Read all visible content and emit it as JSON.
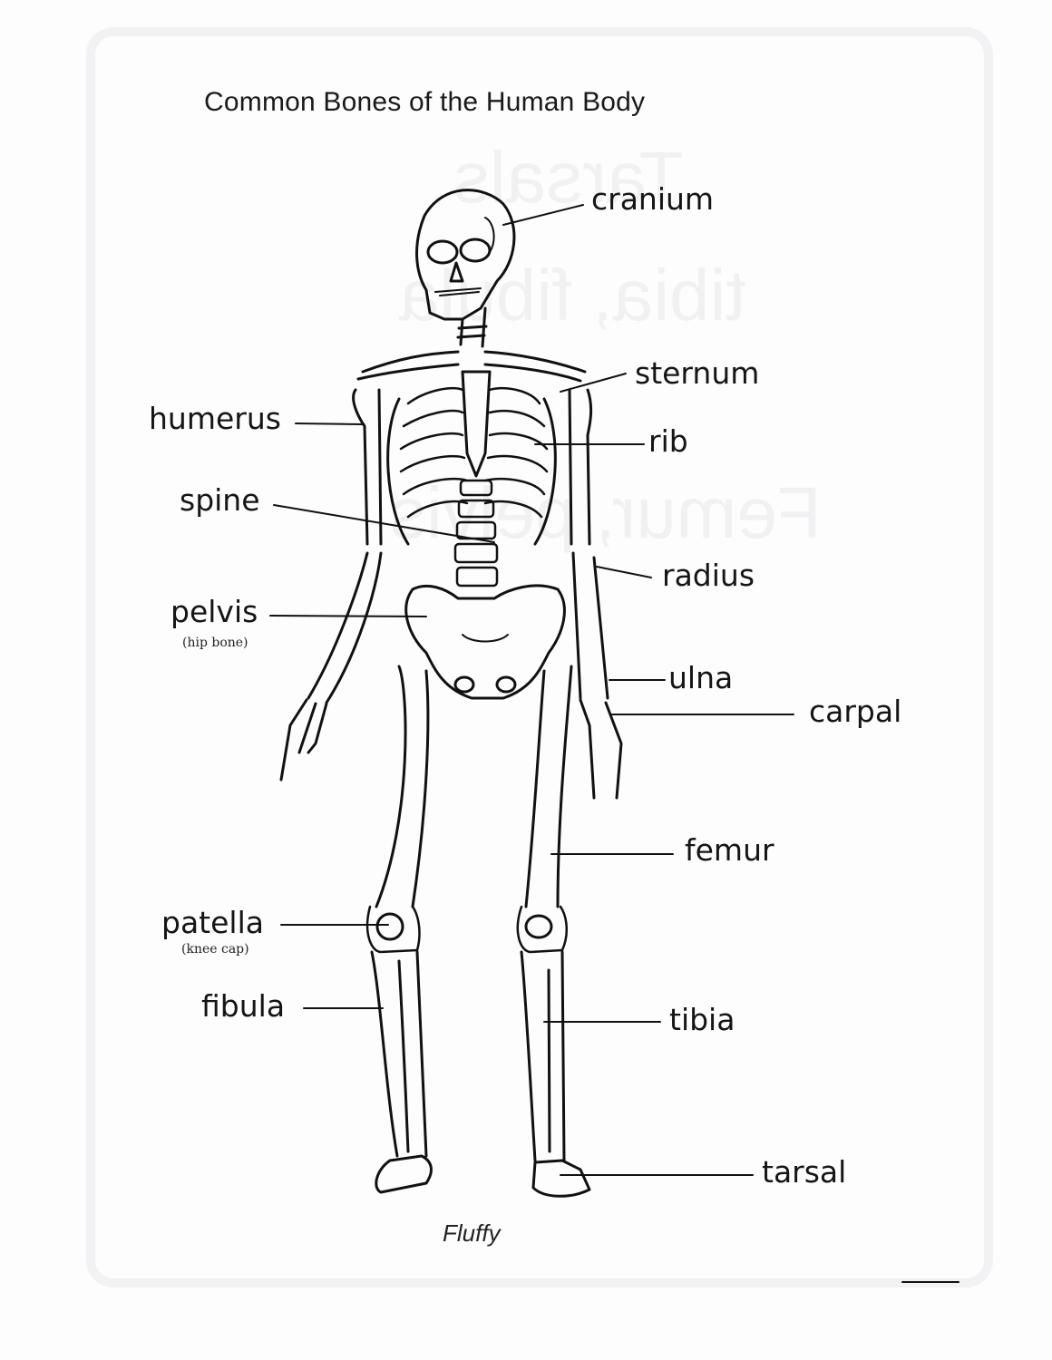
{
  "title": "Common Bones of the Human Body",
  "credit": "Fluffy",
  "labels": {
    "cranium": "cranium",
    "sternum": "sternum",
    "humerus": "humerus",
    "rib": "rib",
    "spine": "spine",
    "radius": "radius",
    "pelvis": "pelvis",
    "pelvis_sub": "(hip bone)",
    "ulna": "ulna",
    "carpal": "carpal",
    "femur": "femur",
    "patella": "patella",
    "patella_sub": "(knee cap)",
    "fibula": "fibula",
    "tibia": "tibia",
    "tarsal": "tarsal"
  },
  "colors": {
    "ink": "#111111",
    "paper": "#fdfdfd",
    "bleed": "#f1f1f3"
  }
}
